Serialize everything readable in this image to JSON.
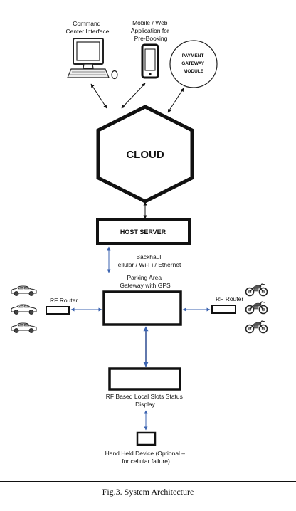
{
  "nodes": {
    "command_center": {
      "label": [
        "Command",
        "Center Interface"
      ],
      "icon": "desktop-computer-icon"
    },
    "mobile_app": {
      "label": [
        "Mobile / Web",
        "Application for",
        "Pre-Booking"
      ],
      "icon": "mobile-phone-icon"
    },
    "payment": {
      "label": [
        "PAYMENT",
        "GATEWAY",
        "MODULE"
      ]
    },
    "cloud": {
      "label": "CLOUD"
    },
    "host_server": {
      "label": "HOST SERVER"
    },
    "backhaul": {
      "label": [
        "Backhaul",
        "ellular / Wi-Fi / Ethernet"
      ]
    },
    "gateway": {
      "label": [
        "Parking Area",
        "Gateway with GPS"
      ]
    },
    "rf_router_left": {
      "label": "RF Router",
      "icon": "car-icon"
    },
    "rf_router_right": {
      "label": "RF Router",
      "icon": "motorcycle-icon"
    },
    "slots_display": {
      "label": [
        "RF Based Local Slots Status",
        "Display"
      ]
    },
    "handheld": {
      "label": [
        "Hand Held Device (Optional –",
        "for cellular failure)"
      ]
    }
  },
  "caption": "Fig.3. System Architecture",
  "colors": {
    "link_black": "#111111",
    "link_blue": "#3b63b0"
  }
}
